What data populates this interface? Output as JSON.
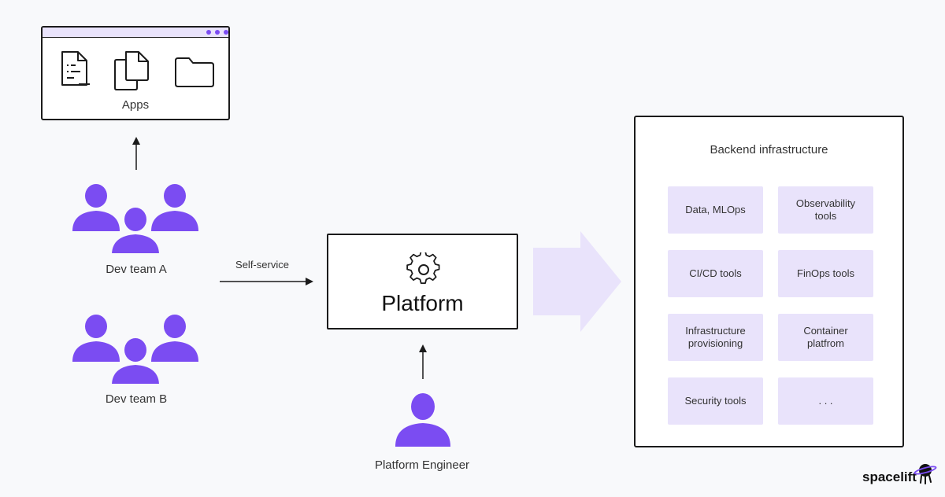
{
  "apps": {
    "label": "Apps"
  },
  "teams": {
    "team_a": "Dev team A",
    "team_b": "Dev team B"
  },
  "self_service_label": "Self-service",
  "platform": {
    "label": "Platform"
  },
  "platform_engineer": "Platform Engineer",
  "backend": {
    "title": "Backend infrastructure",
    "tiles": [
      "Data, MLOps",
      "Observability\ntools",
      "CI/CD tools",
      "FinOps tools",
      "Infrastructure\nprovisioning",
      "Container\nplatfrom",
      "Security tools",
      ". . ."
    ]
  },
  "brand": "spacelift",
  "colors": {
    "accent": "#7b4cf2",
    "tile": "#e9e3fb",
    "arrow": "#e9e3fb",
    "stroke": "#1b1b1b"
  }
}
